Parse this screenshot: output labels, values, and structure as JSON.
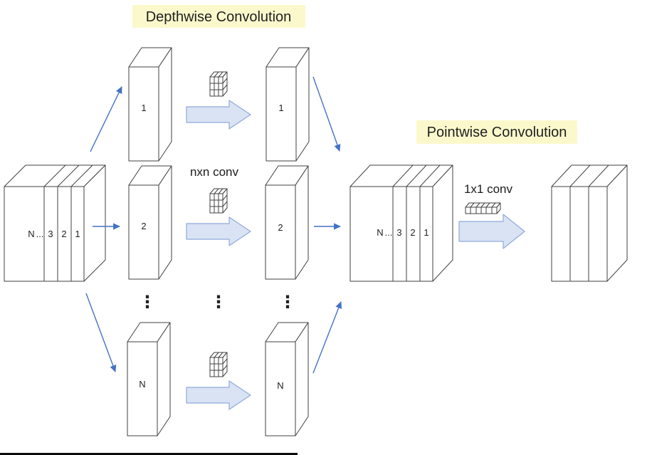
{
  "diagram": {
    "titles": {
      "depthwise": "Depthwise Convolution",
      "pointwise": "Pointwise Convolution"
    },
    "labels": {
      "depthwise_kernel": "nxn conv",
      "pointwise_kernel": "1x1 conv"
    },
    "input_stack": {
      "slices": [
        "N",
        "...",
        "3",
        "2",
        "1"
      ]
    },
    "intermediate_stack": {
      "slices": [
        "N",
        "...",
        "3",
        "2",
        "1"
      ]
    },
    "channels": {
      "inputs": [
        "1",
        "2",
        "N"
      ],
      "outputs": [
        "1",
        "2",
        "N"
      ],
      "ellipsis": "⋮"
    },
    "colors": {
      "highlight": "#fbf9cc",
      "block_arrow_fill": "#dae3f3",
      "block_arrow_stroke": "#8faadc",
      "connector": "#4472c4",
      "outline": "#404040"
    }
  }
}
